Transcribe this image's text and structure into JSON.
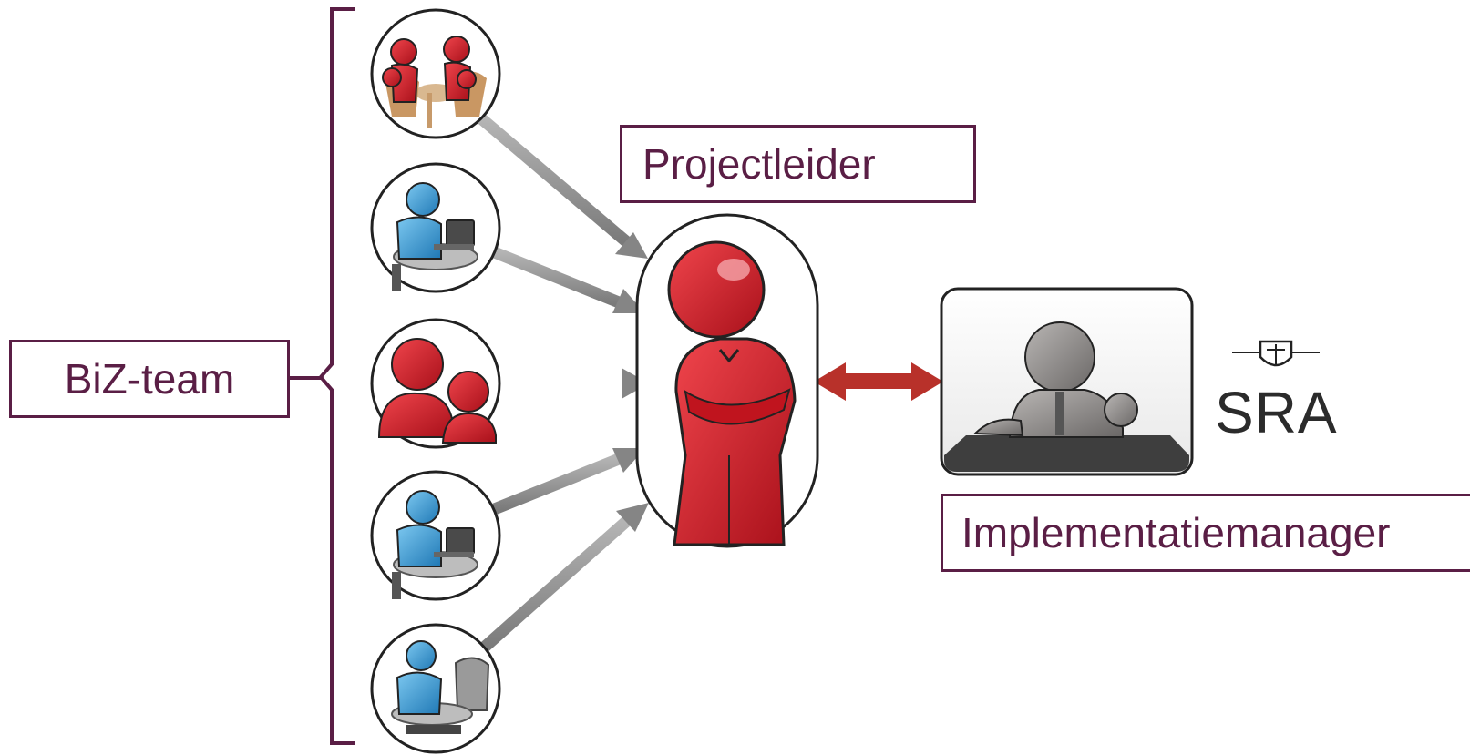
{
  "labels": {
    "team": "BiZ-team",
    "lead": "Projectleider",
    "manager": "Implementatiemanager",
    "org": "SRA"
  },
  "icons": [
    "team-meeting-icon",
    "laptop-worker-icon",
    "group-icon",
    "laptop-worker-icon",
    "desk-worker-icon",
    "project-leader-icon",
    "manager-icon",
    "sra-logo-icon"
  ],
  "colors": {
    "frame": "#5a1e45",
    "red": "#d8202a",
    "blue": "#3b9fd8",
    "grey": "#8a8786",
    "arrow": "#8c8c8c",
    "double_arrow": "#b8312a"
  }
}
